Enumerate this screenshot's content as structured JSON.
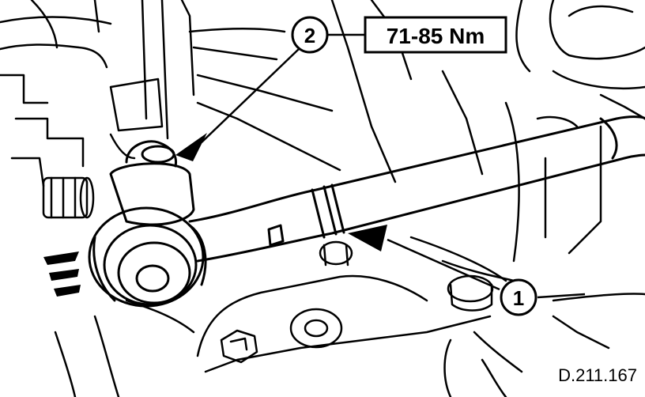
{
  "callouts": {
    "one": "1",
    "two": "2"
  },
  "torque_spec": "71-85 Nm",
  "figure_ref": "D.211.167",
  "colors": {
    "ink": "#000000",
    "paper": "#ffffff"
  }
}
